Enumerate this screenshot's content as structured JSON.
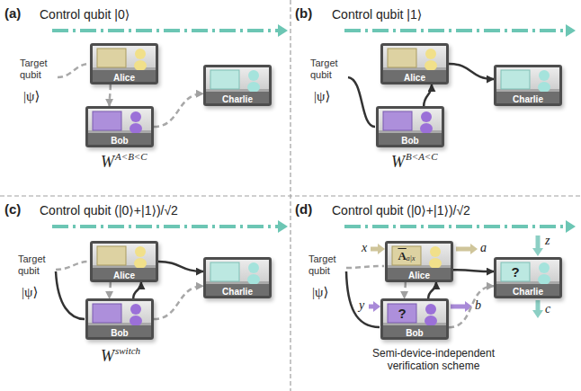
{
  "diagram": {
    "nodes": [
      {
        "text": [
          "Alice"
        ]
      },
      {
        "text": [
          "Bob"
        ]
      },
      {
        "text": [
          "Charlie"
        ]
      },
      {
        "text": [
          "Alice"
        ]
      },
      {
        "text": [
          "Bob"
        ]
      },
      {
        "text": [
          "Charlie"
        ]
      },
      {
        "text": [
          "Alice"
        ]
      },
      {
        "text": [
          "Bob"
        ]
      },
      {
        "text": [
          "Charlie"
        ]
      },
      {
        "text": [
          "A",
          "a|x",
          "Alice"
        ]
      },
      {
        "text": [
          "?",
          "Bob"
        ]
      },
      {
        "text": [
          "?",
          "Charlie"
        ]
      }
    ],
    "edges": [
      {
        "from": 0,
        "to": 1,
        "arrow": "to"
      },
      {
        "from": 1,
        "to": 2,
        "arrow": "to"
      },
      {
        "from": 4,
        "to": 3,
        "arrow": "to"
      },
      {
        "from": 3,
        "to": 5,
        "arrow": "to"
      },
      {
        "from": 6,
        "to": 7,
        "arrow": "to"
      },
      {
        "from": 7,
        "to": 8,
        "arrow": "to"
      },
      {
        "from": 7,
        "to": 6,
        "arrow": "to"
      },
      {
        "from": 6,
        "to": 8,
        "arrow": "to"
      },
      {
        "from": 9,
        "to": 10,
        "arrow": "to"
      },
      {
        "from": 10,
        "to": 11,
        "arrow": "to"
      },
      {
        "from": 10,
        "to": 9,
        "arrow": "to"
      },
      {
        "from": 9,
        "to": 11,
        "arrow": "to"
      }
    ],
    "labels": [
      "(a)",
      "Control qubit |0⟩",
      "Target qubit",
      "|ψ⟩",
      "W",
      "A<B<C",
      "(b)",
      "Control qubit |1⟩",
      "Target qubit",
      "|ψ⟩",
      "W",
      "B<A<C",
      "(c)",
      "Control qubit (|0⟩+|1⟩)/√2",
      "Target qubit",
      "|ψ⟩",
      "W",
      "switch",
      "(d)",
      "Control qubit (|0⟩+|1⟩)/√2",
      "Target qubit",
      "|ψ⟩",
      "x",
      "a",
      "y",
      "b",
      "z",
      "c",
      "Semi-device-independent verification scheme"
    ]
  }
}
